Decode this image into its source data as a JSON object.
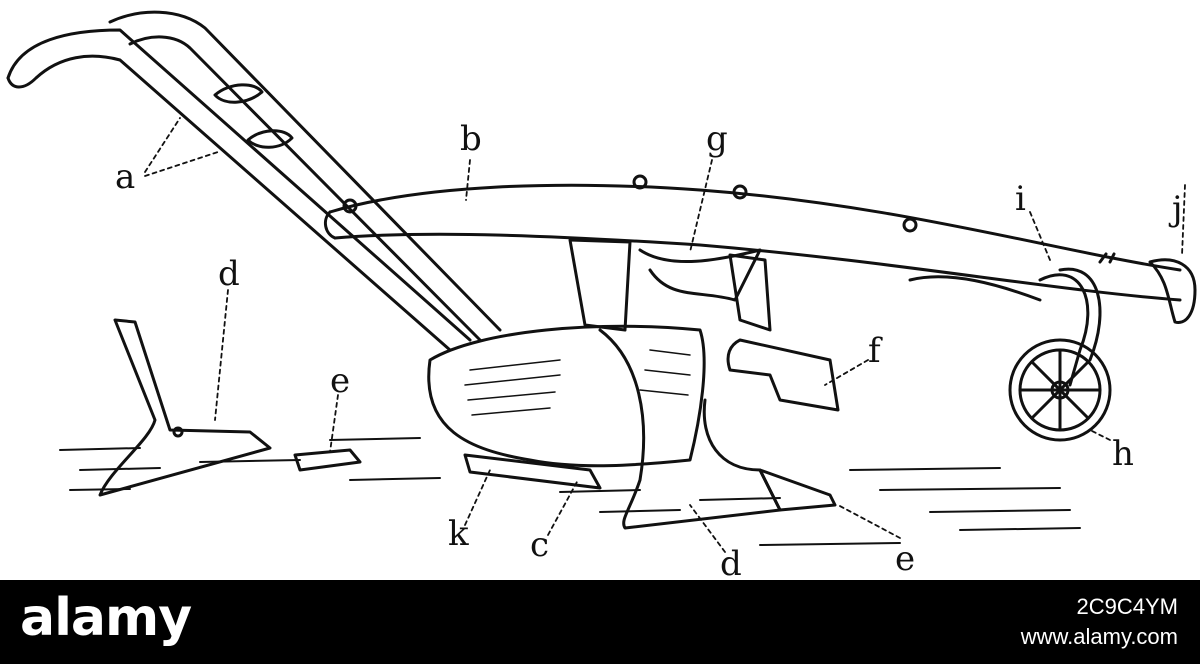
{
  "diagram": {
    "labels": {
      "a": "a",
      "b": "b",
      "c": "c",
      "d": "d",
      "d2": "d",
      "e": "e",
      "e2": "e",
      "f": "f",
      "g": "g",
      "h": "h",
      "i": "i",
      "j": "j",
      "k": "k"
    }
  },
  "footer": {
    "brand": "alamy",
    "image_id": "2C9C4YM",
    "site": "www.alamy.com"
  },
  "colors": {
    "ink": "#111111",
    "footer_bg": "#000000",
    "footer_text": "#ffffff"
  }
}
